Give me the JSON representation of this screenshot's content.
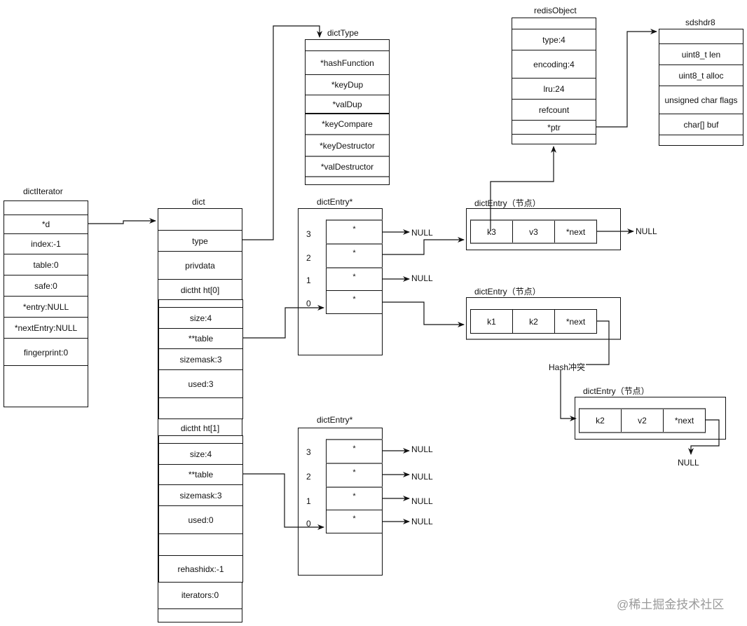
{
  "dictIterator": {
    "title": "dictIterator",
    "fields": [
      "",
      "*d",
      "index:-1",
      "table:0",
      "safe:0",
      "*entry:NULL",
      "*nextEntry:NULL",
      "fingerprint:0",
      ""
    ]
  },
  "dict": {
    "title": "dict",
    "head_fields": [
      "",
      "type",
      "privdata",
      "dictht ht[0]"
    ],
    "ht0_fields": [
      "",
      "size:4",
      "**table",
      "sizemask:3",
      "used:3",
      ""
    ],
    "ht1_label": "dictht ht[1]",
    "ht1_fields": [
      "",
      "size:4",
      "**table",
      "sizemask:3",
      "used:0",
      "",
      "rehashidx:-1"
    ],
    "tail_fields": [
      "iterators:0",
      ""
    ]
  },
  "dictType": {
    "title": "dictType",
    "fields": [
      "",
      "*hashFunction",
      "*keyDup",
      "*valDup",
      "*keyCompare",
      "*keyDestructor",
      "*valDestructor",
      ""
    ]
  },
  "table0": {
    "title": "dictEntry*",
    "indices": [
      "3",
      "2",
      "1",
      "0"
    ],
    "slot_label": "*",
    "null_labels": [
      "NULL",
      "NULL"
    ]
  },
  "table1": {
    "title": "dictEntry*",
    "indices": [
      "3",
      "2",
      "1",
      "0"
    ],
    "slot_label": "*",
    "null_labels": [
      "NULL",
      "NULL",
      "NULL",
      "NULL"
    ]
  },
  "entries": [
    {
      "title": "dictEntry（节点）",
      "fields": [
        "k3",
        "v3",
        "*next"
      ],
      "next": "NULL"
    },
    {
      "title": "dictEntry（节点）",
      "fields": [
        "k1",
        "k2",
        "*next"
      ]
    },
    {
      "title": "dictEntry（节点）",
      "fields": [
        "k2",
        "v2",
        "*next"
      ],
      "next": "NULL"
    }
  ],
  "hash_conflict_label": "Hash冲突",
  "redisObject": {
    "title": "redisObject",
    "fields": [
      "",
      "type:4",
      "encoding:4",
      "lru:24",
      "refcount",
      "*ptr",
      ""
    ]
  },
  "sdshdr8": {
    "title": "sdshdr8",
    "fields": [
      "",
      "uint8_t len",
      "uint8_t alloc",
      "unsigned char flags",
      "char[] buf",
      ""
    ]
  },
  "watermark": "@稀土掘金技术社区"
}
